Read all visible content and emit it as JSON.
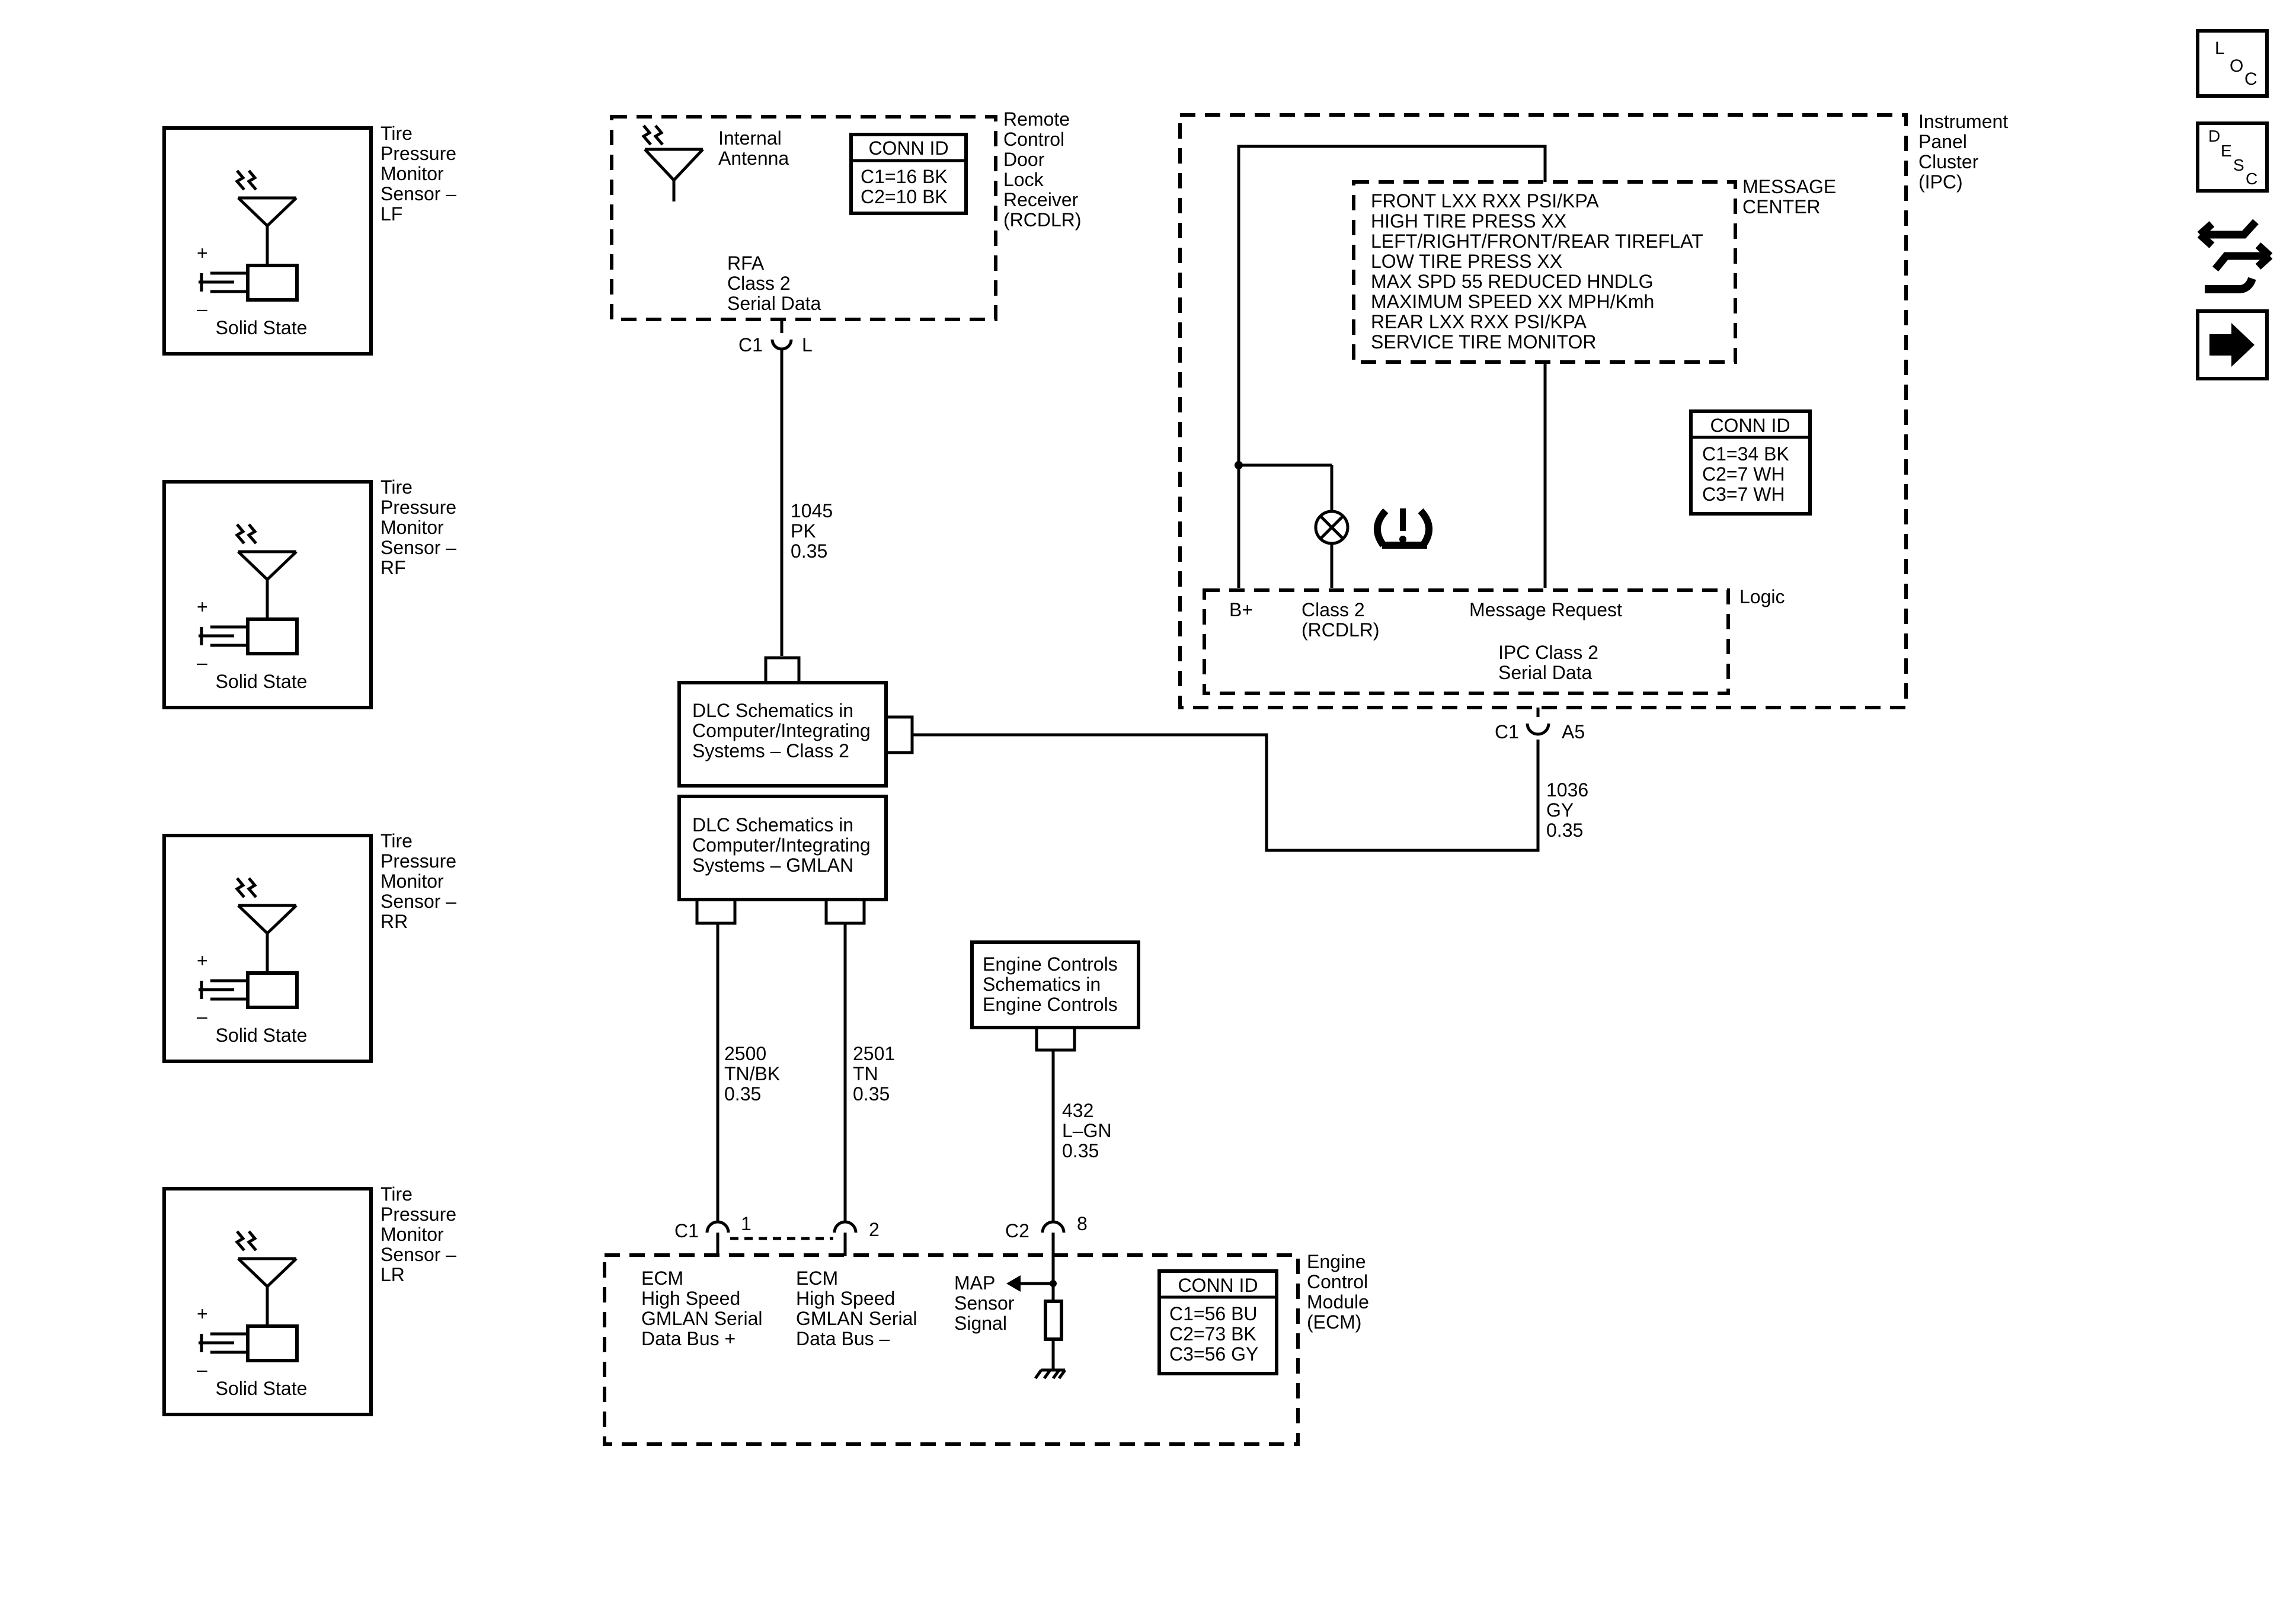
{
  "sensors": [
    {
      "lines": [
        "Tire",
        "Pressure",
        "Monitor",
        "Sensor –",
        "LF"
      ],
      "state": "Solid State"
    },
    {
      "lines": [
        "Tire",
        "Pressure",
        "Monitor",
        "Sensor –",
        "RF"
      ],
      "state": "Solid State"
    },
    {
      "lines": [
        "Tire",
        "Pressure",
        "Monitor",
        "Sensor –",
        "RR"
      ],
      "state": "Solid State"
    },
    {
      "lines": [
        "Tire",
        "Pressure",
        "Monitor",
        "Sensor –",
        "LR"
      ],
      "state": "Solid State"
    }
  ],
  "polarity": {
    "plus": "+",
    "minus": "–"
  },
  "rcdlr": {
    "title_lines": [
      "Remote",
      "Control",
      "Door",
      "Lock",
      "Receiver",
      "(RCDLR)"
    ],
    "antenna_lines": [
      "Internal",
      "Antenna"
    ],
    "conn_title": "CONN ID",
    "conn_lines": [
      "C1=16 BK",
      "C2=10 BK"
    ],
    "data_lines": [
      "RFA",
      "Class 2",
      "Serial Data"
    ],
    "pin_conn": "C1",
    "pin": "L"
  },
  "wire_rcdlr": [
    "1045",
    "PK",
    "0.35"
  ],
  "dlc_class2_lines": [
    "DLC Schematics in",
    "Computer/Integrating",
    "Systems – Class 2"
  ],
  "dlc_gmlan_lines": [
    "DLC Schematics in",
    "Computer/Integrating",
    "Systems – GMLAN"
  ],
  "ipc": {
    "title_lines": [
      "Instrument",
      "Panel",
      "Cluster",
      "(IPC)"
    ],
    "msg_center_lines": [
      "MESSAGE",
      "CENTER"
    ],
    "messages": [
      "FRONT LXX RXX PSI/KPA",
      "HIGH TIRE PRESS XX",
      "LEFT/RIGHT/FRONT/REAR TIREFLAT",
      "LOW TIRE PRESS XX",
      "MAX SPD 55 REDUCED HNDLG",
      "MAXIMUM SPEED XX MPH/Kmh",
      "REAR LXX RXX PSI/KPA",
      "SERVICE TIRE MONITOR"
    ],
    "conn_title": "CONN ID",
    "conn_lines": [
      "C1=34 BK",
      "C2=7 WH",
      "C3=7 WH"
    ],
    "logic": "Logic",
    "bplus": "B+",
    "class2_lines": [
      "Class 2",
      "(RCDLR)"
    ],
    "msg_request": "Message Request",
    "serial_lines": [
      "IPC Class 2",
      "Serial Data"
    ],
    "pin_conn": "C1",
    "pin": "A5"
  },
  "wire_ipc": [
    "1036",
    "GY",
    "0.35"
  ],
  "wire_gmlan_pos": [
    "2500",
    "TN/BK",
    "0.35"
  ],
  "wire_gmlan_neg": [
    "2501",
    "TN",
    "0.35"
  ],
  "engine_controls_lines": [
    "Engine Controls",
    "Schematics in",
    "Engine Controls"
  ],
  "wire_map": [
    "432",
    "L–GN",
    "0.35"
  ],
  "ecm": {
    "title_lines": [
      "Engine",
      "Control",
      "Module",
      "(ECM)"
    ],
    "pin_c1": "C1",
    "pin_1": "1",
    "pin_2": "2",
    "pin_c2": "C2",
    "pin_8": "8",
    "bus_pos_lines": [
      "ECM",
      "High Speed",
      "GMLAN Serial",
      "Data Bus +"
    ],
    "bus_neg_lines": [
      "ECM",
      "High Speed",
      "GMLAN Serial",
      "Data Bus –"
    ],
    "map_lines": [
      "MAP",
      "Sensor",
      "Signal"
    ],
    "conn_title": "CONN ID",
    "conn_lines": [
      "C1=56 BU",
      "C2=73 BK",
      "C3=56 GY"
    ]
  },
  "nav": {
    "loc": [
      "L",
      "O",
      "C"
    ],
    "desc": [
      "D",
      "E",
      "S",
      "C"
    ]
  }
}
